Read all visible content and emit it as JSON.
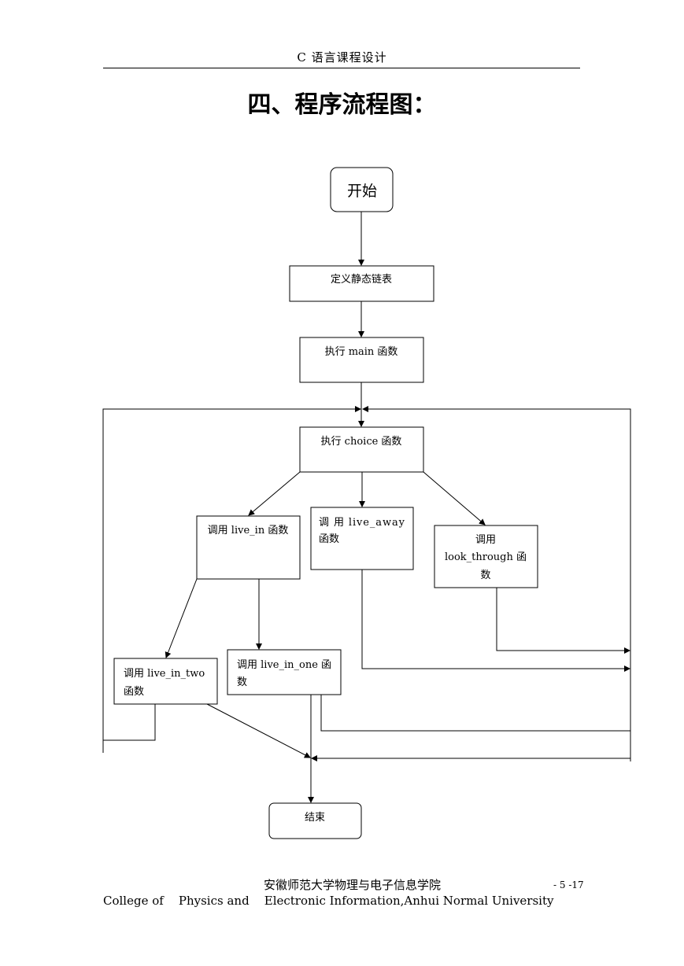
{
  "header": {
    "title": "C 语言课程设计"
  },
  "section_title": "四、程序流程图：",
  "flowchart": {
    "start": "开始",
    "define_list": "定义静态链表",
    "exec_main": "执行 main 函数",
    "exec_choice": "执行 choice 函数",
    "call_live_in": "调用 live_in 函数",
    "call_live_away_1": "调 用 live_away",
    "call_live_away_2": "函数",
    "call_look_through_1": "调用",
    "call_look_through_2": "look_through 函",
    "call_look_through_3": "数",
    "call_live_in_two_1": "调用 live_in_two",
    "call_live_in_two_2": "函数",
    "call_live_in_one_1": "调用 live_in_one 函",
    "call_live_in_one_2": "数",
    "end": "结束"
  },
  "footer": {
    "cn": "安徽师范大学物理与电子信息学院",
    "page": "- 5 -17",
    "en": "College of    Physics and    Electronic Information,Anhui Normal University"
  }
}
